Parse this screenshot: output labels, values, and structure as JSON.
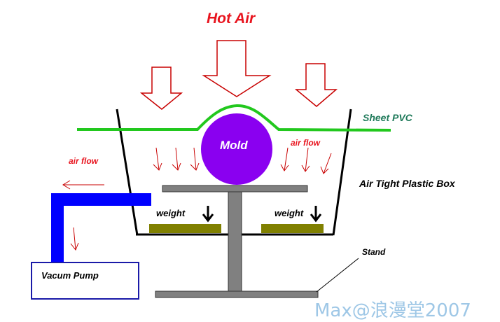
{
  "labels": {
    "hot_air": "Hot Air",
    "sheet_pvc": "Sheet PVC",
    "mold": "Mold",
    "air_flow_left": "air flow",
    "air_flow_right": "air flow",
    "air_tight_box": "Air Tight Plastic Box",
    "weight_left": "weight",
    "weight_right": "weight",
    "vacuum_pump": "Vacum Pump",
    "stand": "Stand",
    "watermark": "Max@浪漫堂2007"
  },
  "colors": {
    "hot_air": "#e8141e",
    "arrow_outline": "#c80000",
    "sheet": "#22c81e",
    "sheet_label": "#1f7a5a",
    "mold": "#8a00f0",
    "air_flow_text": "#e8141e",
    "air_flow_arrows": "#c80000",
    "box_outline": "#000000",
    "stand": "#808080",
    "weight": "#808000",
    "pipe": "#0000ff",
    "pump_box": "#1a1aa8",
    "watermark": "#9ec7e6",
    "text": "#000000"
  }
}
